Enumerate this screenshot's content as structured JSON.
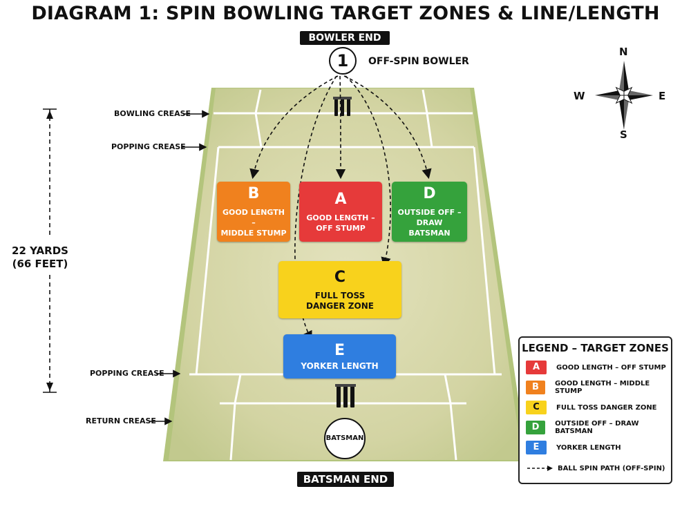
{
  "title": "DIAGRAM 1: SPIN BOWLING TARGET ZONES & LINE/LENGTH",
  "bowler_end": "BOWLER END",
  "batsman_end": "BATSMAN END",
  "bowler": {
    "number": "1",
    "label": "OFF-SPIN BOWLER"
  },
  "batsman": {
    "label": "BATSMAN"
  },
  "crease_labels": {
    "bowling_crease": "BOWLING CREASE",
    "popping_crease_top": "POPPING CREASE",
    "popping_crease_bottom": "POPPING CREASE",
    "return_crease": "RETURN CREASE"
  },
  "distance": {
    "line1": "22 YARDS",
    "line2": "(66 FEET)"
  },
  "compass": {
    "n": "N",
    "s": "S",
    "e": "E",
    "w": "W"
  },
  "zones": {
    "a": {
      "letter": "A",
      "desc": "GOOD LENGTH –\nOFF STUMP",
      "color": "#e63a3a"
    },
    "b": {
      "letter": "B",
      "desc": "GOOD LENGTH –\nMIDDLE STUMP",
      "color": "#f0811e"
    },
    "c": {
      "letter": "C",
      "desc": "FULL TOSS\nDANGER ZONE",
      "color": "#f8d21c"
    },
    "d": {
      "letter": "D",
      "desc": "OUTSIDE OFF –\nDRAW BATSMAN",
      "color": "#35a23c"
    },
    "e": {
      "letter": "E",
      "desc": "YORKER LENGTH",
      "color": "#2f7ee0"
    }
  },
  "legend": {
    "title": "LEGEND – TARGET ZONES",
    "items": [
      {
        "letter": "A",
        "text": "GOOD LENGTH – OFF STUMP",
        "color": "#e63a3a"
      },
      {
        "letter": "B",
        "text": "GOOD LENGTH – MIDDLE STUMP",
        "color": "#f0811e"
      },
      {
        "letter": "C",
        "text": "FULL TOSS DANGER ZONE",
        "color": "#f8d21c"
      },
      {
        "letter": "D",
        "text": "OUTSIDE OFF – DRAW BATSMAN",
        "color": "#35a23c"
      },
      {
        "letter": "E",
        "text": "YORKER LENGTH",
        "color": "#2f7ee0"
      }
    ],
    "path_label": "BALL SPIN PATH (OFF-SPIN)"
  },
  "colors": {
    "pitch": "#d5d6a8",
    "pitch_edge": "#b9c08a",
    "outfield": "#a9bf6c"
  }
}
